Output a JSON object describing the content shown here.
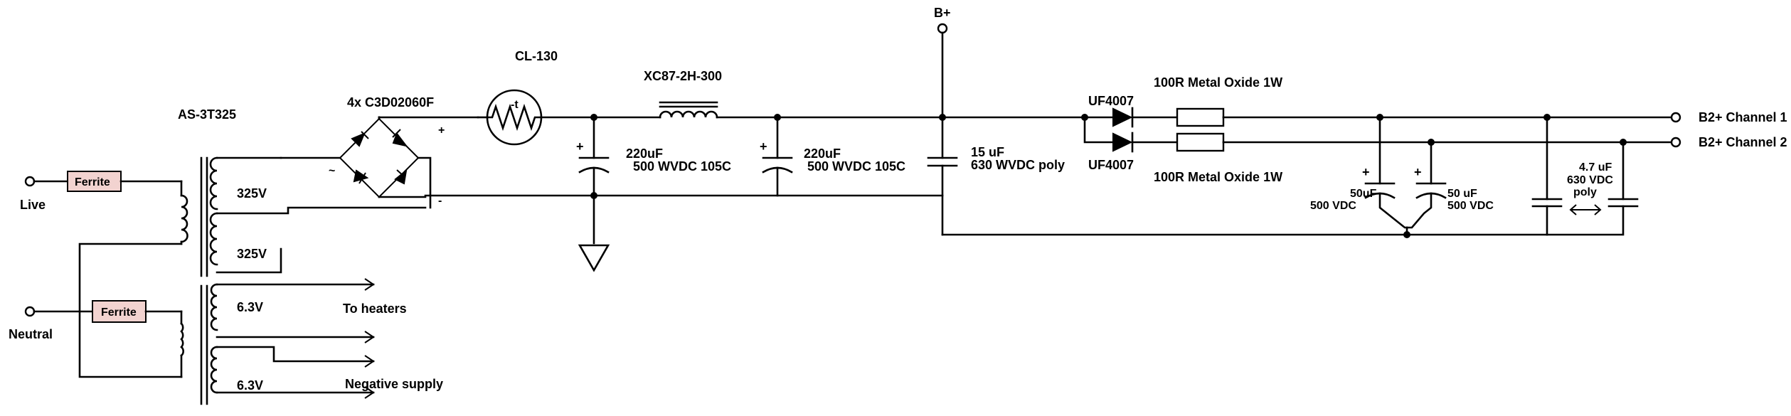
{
  "labels": {
    "live": "Live",
    "neutral": "Neutral",
    "ferrite_top": "Ferrite",
    "ferrite_bottom": "Ferrite",
    "transformer": "AS-3T325",
    "sec1_voltage": "325V",
    "sec2_voltage": "325V",
    "heater1_voltage": "6.3V",
    "heater2_voltage": "6.3V",
    "to_heaters": "To heaters",
    "negative_supply": "Negative supply",
    "bridge": "4x C3D02060F",
    "bridge_plus": "+",
    "bridge_minus": "-",
    "bridge_ac": "~",
    "thermistor": "CL-130",
    "thermistor_t": "-t",
    "choke": "XC87-2H-300",
    "cap1_value": "220uF",
    "cap1_rating": "500 WVDC 105C",
    "cap2_value": "220uF",
    "cap2_rating": "500 WVDC 105C",
    "cap3_value": "15 uF",
    "cap3_rating": "630 WVDC poly",
    "bplus": "B+",
    "diode_top": "UF4007",
    "diode_bottom": "UF4007",
    "resistor_top": "100R Metal Oxide 1W",
    "resistor_bottom": "100R Metal Oxide 1W",
    "cap4_value": "50uF",
    "cap4_rating": "500 VDC",
    "cap5_value": "50 uF",
    "cap5_rating": "500 VDC",
    "cap6_value": "4.7 uF",
    "cap6_rating": "630 VDC",
    "cap6_type": "poly",
    "channel1": "B2+ Channel 1",
    "channel2": "B2+ Channel 2",
    "cap_plus": "+"
  }
}
